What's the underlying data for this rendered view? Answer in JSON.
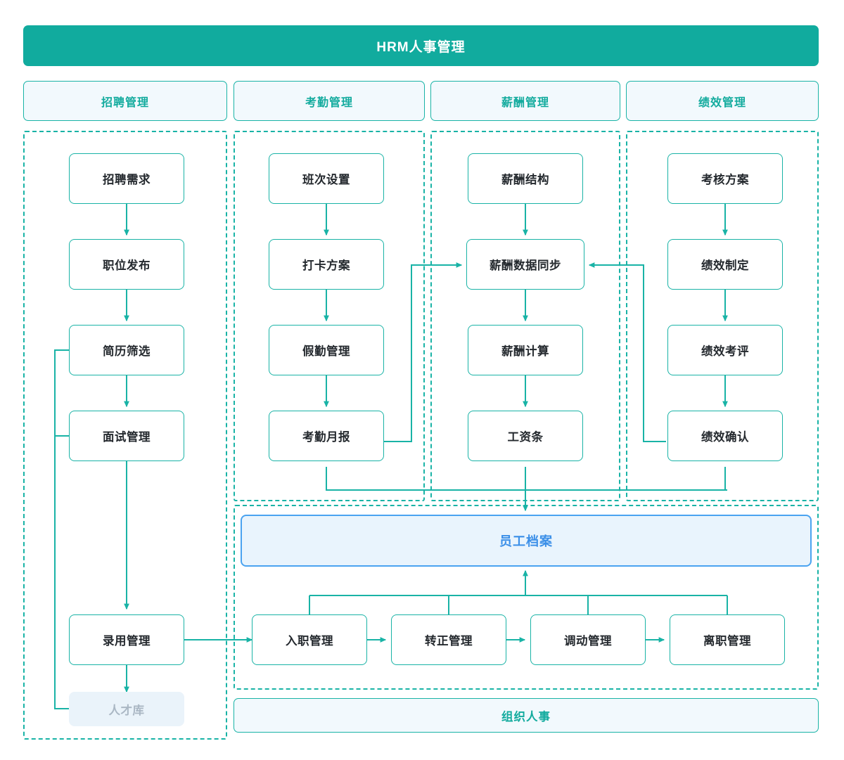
{
  "header": {
    "title": "HRM人事管理"
  },
  "tabs": [
    {
      "label": "招聘管理"
    },
    {
      "label": "考勤管理"
    },
    {
      "label": "薪酬管理"
    },
    {
      "label": "绩效管理"
    }
  ],
  "columns": {
    "recruit": {
      "nodes": [
        {
          "label": "招聘需求"
        },
        {
          "label": "职位发布"
        },
        {
          "label": "简历筛选"
        },
        {
          "label": "面试管理"
        },
        {
          "label": "录用管理"
        },
        {
          "label": "人才库"
        }
      ]
    },
    "attendance": {
      "nodes": [
        {
          "label": "班次设置"
        },
        {
          "label": "打卡方案"
        },
        {
          "label": "假勤管理"
        },
        {
          "label": "考勤月报"
        }
      ]
    },
    "salary": {
      "nodes": [
        {
          "label": "薪酬结构"
        },
        {
          "label": "薪酬数据同步"
        },
        {
          "label": "薪酬计算"
        },
        {
          "label": "工资条"
        }
      ]
    },
    "performance": {
      "nodes": [
        {
          "label": "考核方案"
        },
        {
          "label": "绩效制定"
        },
        {
          "label": "绩效考评"
        },
        {
          "label": "绩效确认"
        }
      ]
    }
  },
  "employee_record": {
    "label": "员工档案"
  },
  "lifecycle": {
    "nodes": [
      {
        "label": "入职管理"
      },
      {
        "label": "转正管理"
      },
      {
        "label": "调动管理"
      },
      {
        "label": "离职管理"
      }
    ]
  },
  "org_bar": {
    "label": "组织人事"
  },
  "colors": {
    "teal": "#11ab9e",
    "teal_line": "#19b3a6",
    "tab_fill": "#f2f9fd",
    "blue_accent": "#4aa3f0",
    "blue_fill": "#e9f4fd",
    "blue_text": "#3b8fe8",
    "muted_fill": "#eaf3fa",
    "muted_text": "#aab7c4",
    "node_text": "#24292e",
    "white": "#ffffff"
  }
}
